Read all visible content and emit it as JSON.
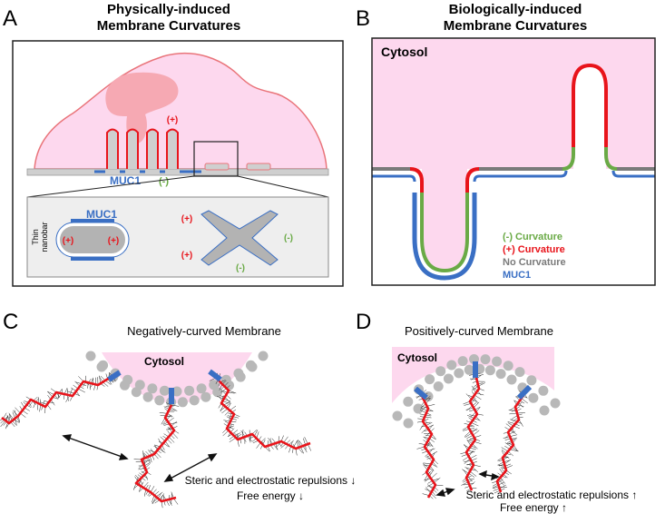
{
  "panel_letters": {
    "a": "A",
    "b": "B",
    "c": "C",
    "d": "D"
  },
  "panel_a": {
    "title_line1": "Physically-induced",
    "title_line2": "Membrane Curvatures",
    "plus_label": "(+)",
    "minus_label": "(-)",
    "muc1_label": "MUC1",
    "inset": {
      "side_label_line1": "Thin",
      "side_label_line2": "nanobar",
      "muc1_label": "MUC1",
      "plus_left": "(+)",
      "plus_right": "(+)",
      "x_plus_top": "(+)",
      "x_plus_bottom": "(+)",
      "x_minus_right": "(-)",
      "x_minus_bottom": "(-)"
    }
  },
  "panel_b": {
    "title_line1": "Biologically-induced",
    "title_line2": "Membrane Curvatures",
    "cytosol_label": "Cytosol",
    "legend": [
      {
        "text": "(-) Curvature",
        "color": "#6aaa46"
      },
      {
        "text": "(+) Curvature",
        "color": "#e8141b"
      },
      {
        "text": "No Curvature",
        "color": "#7a7a7a"
      },
      {
        "text": "MUC1",
        "color": "#3a6fc4"
      }
    ]
  },
  "panel_c": {
    "title": "Negatively-curved Membrane",
    "cytosol_label": "Cytosol",
    "caption_line1": "Steric and electrostatic repulsions ↓",
    "caption_line2": "Free energy ↓"
  },
  "panel_d": {
    "title": "Positively-curved Membrane",
    "cytosol_label": "Cytosol",
    "caption_line1": "Steric and electrostatic repulsions ↑",
    "caption_line2": "Free energy ↑"
  },
  "colors": {
    "cytosol_pink": "#fdd8ee",
    "membrane_red": "#e8141b",
    "muc1_blue": "#3a6fc4",
    "curv_green": "#6aaa46",
    "neutral_gray": "#7a7a7a",
    "bead_gray": "#b8b8b8",
    "cell_outline": "#e9747a"
  }
}
